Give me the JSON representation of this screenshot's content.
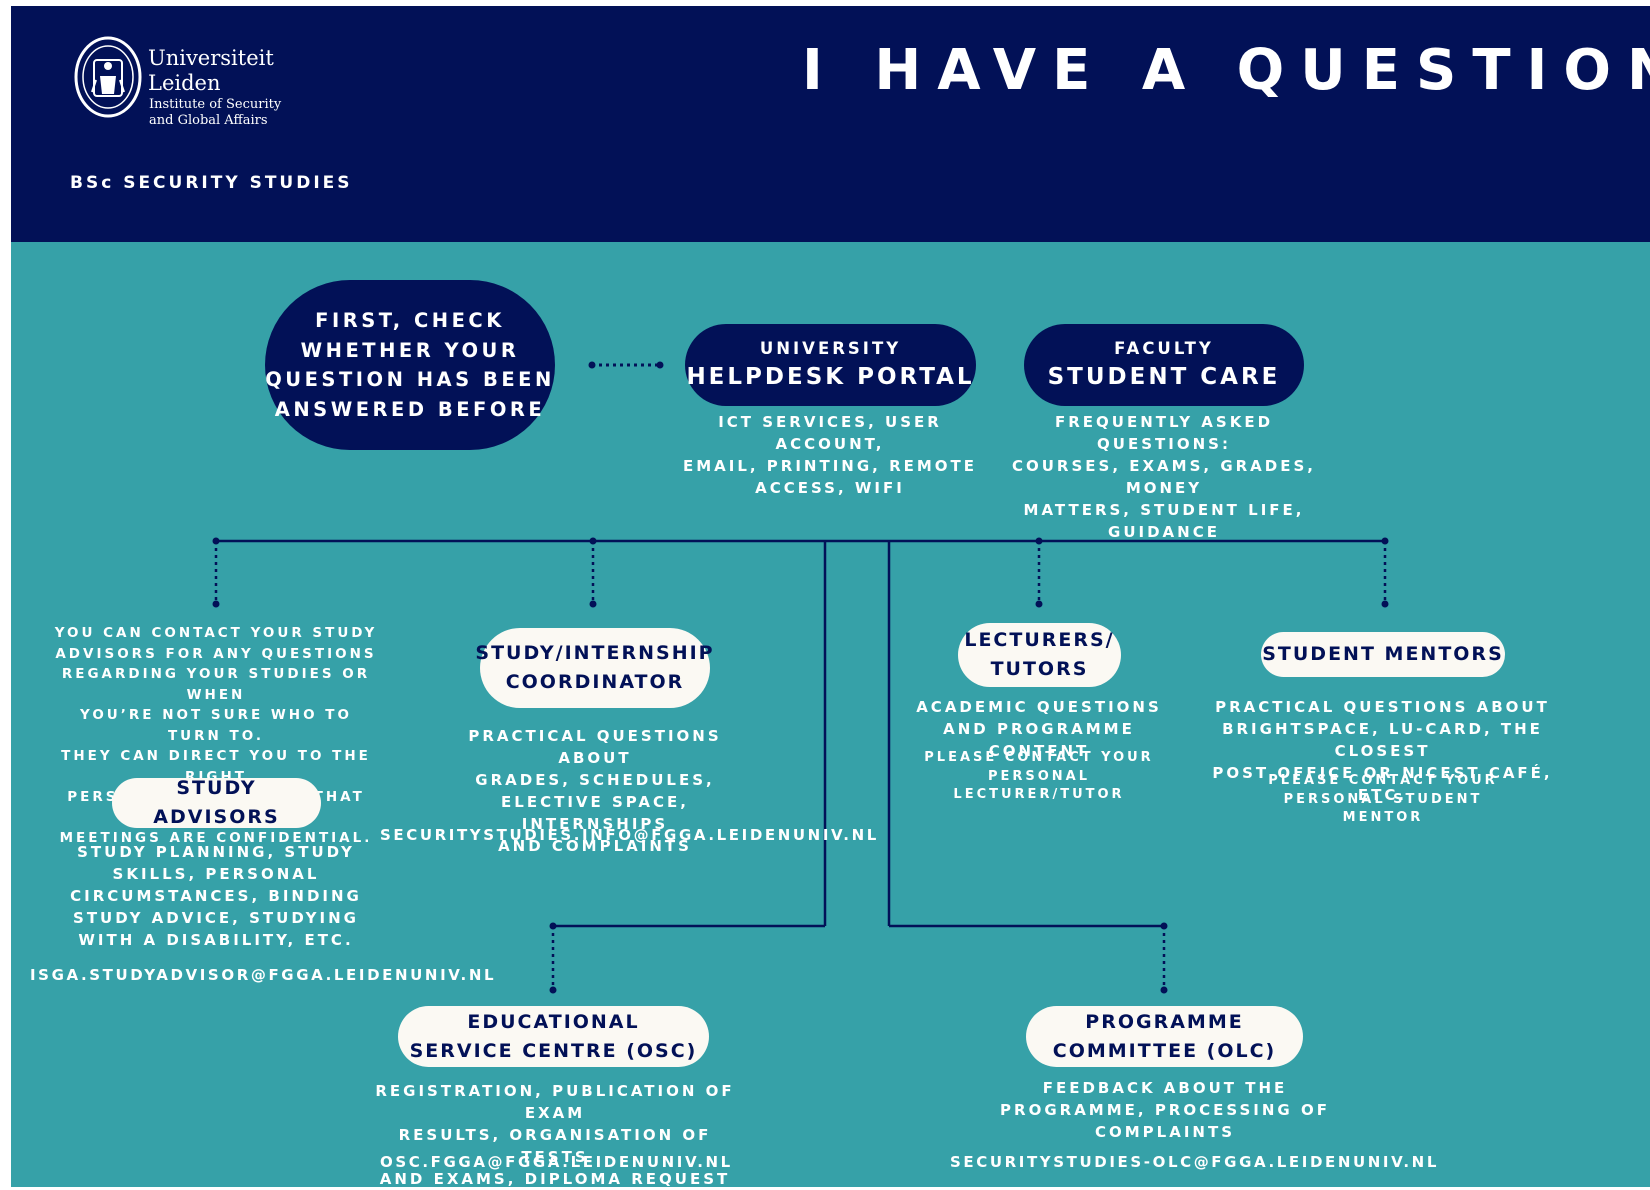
{
  "header": {
    "logo": {
      "university": "Universiteit",
      "city": "Leiden",
      "institute_line1": "Institute of Security",
      "institute_line2": "and Global Affairs"
    },
    "program": "BSc SECURITY STUDIES",
    "title": "I HAVE A QUESTION!"
  },
  "first_check": {
    "lines": [
      "FIRST, CHECK",
      "WHETHER YOUR",
      "QUESTION HAS BEEN",
      "ANSWERED BEFORE"
    ]
  },
  "helpdesk": {
    "small": "UNIVERSITY",
    "big": "HELPDESK PORTAL",
    "desc": [
      "ICT SERVICES, USER ACCOUNT,",
      "EMAIL, PRINTING, REMOTE",
      "ACCESS, WIFI"
    ]
  },
  "student_care": {
    "small": "FACULTY",
    "big": "STUDENT CARE",
    "desc": [
      "FREQUENTLY ASKED QUESTIONS:",
      "COURSES, EXAMS, GRADES, MONEY",
      "MATTERS, STUDENT LIFE, GUIDANCE"
    ]
  },
  "study_advisors": {
    "intro": [
      "YOU CAN CONTACT YOUR STUDY",
      "ADVISORS FOR ANY QUESTIONS",
      "REGARDING YOUR STUDIES OR WHEN",
      "YOU’RE NOT SURE WHO TO TURN TO.",
      "THEY CAN DIRECT YOU TO THE RIGHT",
      "PERSON. PLEASE KNOW THAT ALL",
      "MEETINGS ARE CONFIDENTIAL."
    ],
    "label": "STUDY ADVISORS",
    "desc": [
      "STUDY PLANNING, STUDY",
      "SKILLS, PERSONAL",
      "CIRCUMSTANCES, BINDING",
      "STUDY ADVICE, STUDYING",
      "WITH A DISABILITY, ETC."
    ],
    "email": "ISGA.STUDYADVISOR@FGGA.LEIDENUNIV.NL"
  },
  "coordinator": {
    "label": [
      "STUDY/INTERNSHIP",
      "COORDINATOR"
    ],
    "desc": [
      "PRACTICAL QUESTIONS ABOUT",
      "GRADES, SCHEDULES,",
      "ELECTIVE SPACE, INTERNSHIPS",
      "AND COMPLAINTS"
    ],
    "email": "SECURITYSTUDIES.INFO@FGGA.LEIDENUNIV.NL"
  },
  "lecturers": {
    "label": [
      "LECTURERS/",
      "TUTORS"
    ],
    "desc": [
      "ACADEMIC QUESTIONS",
      "AND PROGRAMME CONTENT"
    ],
    "note": [
      "PLEASE CONTACT YOUR",
      "PERSONAL",
      "LECTURER/TUTOR"
    ]
  },
  "mentors": {
    "label": "STUDENT MENTORS",
    "desc": [
      "PRACTICAL QUESTIONS ABOUT",
      "BRIGHTSPACE, LU-CARD, THE CLOSEST",
      "POST OFFICE OR NICEST CAFÉ, ETC."
    ],
    "note": [
      "PLEASE CONTACT YOUR",
      "PERSONAL STUDENT MENTOR"
    ]
  },
  "osc": {
    "label": [
      "EDUCATIONAL",
      "SERVICE CENTRE (OSC)"
    ],
    "desc": [
      "REGISTRATION, PUBLICATION OF EXAM",
      "RESULTS, ORGANISATION OF TESTS",
      "AND EXAMS, DIPLOMA REQUEST"
    ],
    "email": "OSC.FGGA@FGGA.LEIDENUNIV.NL"
  },
  "olc": {
    "label": [
      "PROGRAMME",
      "COMMITTEE (OLC)"
    ],
    "desc": [
      "FEEDBACK ABOUT THE",
      "PROGRAMME, PROCESSING OF",
      "COMPLAINTS"
    ],
    "email": "SECURITYSTUDIES-OLC@FGGA.LEIDENUNIV.NL"
  },
  "colors": {
    "navy": "#021157",
    "teal": "#36a1a8",
    "cream": "#fbf9f3",
    "white": "#ffffff"
  }
}
